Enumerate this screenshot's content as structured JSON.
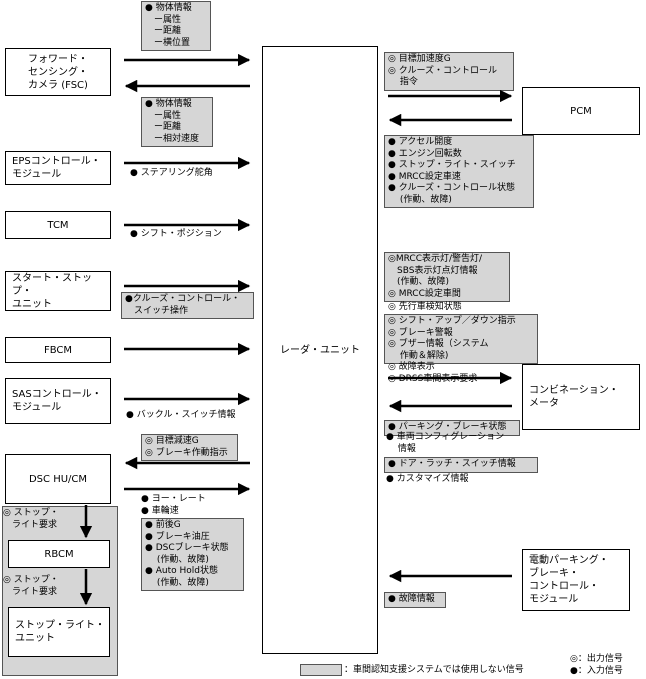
{
  "center": "レーダ・ユニット",
  "nodes": {
    "fsc": "フォワード・\nセンシング・\nカメラ (FSC)",
    "eps": "EPSコントロール・\nモジュール",
    "tcm": "TCM",
    "start_stop": "スタート・ストップ・\nユニット",
    "fbcm": "FBCM",
    "sas": "SASコントロール・\nモジュール",
    "dsc": "DSC HU/CM",
    "rbcm": "RBCM",
    "stop_light": "ストップ・ライト・\nユニット",
    "pcm": "PCM",
    "combination": "コンビネーション・\nメータ",
    "epb": "電動パーキング・\nブレーキ・\nコントロール・\nモジュール"
  },
  "signals": {
    "fsc_in": "● 物体情報\n　ー属性\n　ー距離\n　ー横位置",
    "fsc_out": "● 物体情報\n　ー属性\n　ー距離\n　ー相対速度",
    "eps": "● ステアリング舵角",
    "tcm": "● シフト・ポジション",
    "start_stop": "●クルーズ・コントロール・\n　スイッチ操作",
    "sas": "● バックル・スイッチ情報",
    "dsc_out": "◎ 目標減速G\n◎ ブレーキ作動指示",
    "dsc_in_a": "● ヨー・レート\n● 車輪速",
    "dsc_in_b": "● 前後G\n● ブレーキ油圧\n● DSCブレーキ状態\n　 (作動、故障)\n● Auto Hold状態\n　 (作動、故障)",
    "stop_req_1": "◎ ストップ・\n　ライト要求",
    "stop_req_2": "◎ ストップ・\n　ライト要求",
    "pcm_out": "◎ 目標加速度G\n◎ クルーズ・コントロール\n　 指令",
    "pcm_in": "● アクセル開度\n● エンジン回転数\n● ストップ・ライト・スイッチ\n● MRCC設定車速\n● クルーズ・コントロール状態\n　 (作動、故障)",
    "comb_out_a": "◎MRCC表示灯/警告灯/\n　SBS表示灯点灯情報\n　(作動、故障)\n◎ MRCC設定車間",
    "comb_out_b": "◎ 先行車検知状態",
    "comb_out_c": "◎ シフト・アップ／ダウン指示\n◎ ブレーキ警報\n◎ ブザー情報（システム\n　 作動＆解除)",
    "comb_out_d": "◎ 故障表示\n◎ DRSS車間表示要求",
    "comb_in_a": "● パーキング・ブレーキ状態",
    "comb_in_b": "● 車両コンフィグレーション\n　 情報",
    "comb_in_c": "● ドア・ラッチ・スイッチ情報",
    "comb_in_d": "● カスタマイズ情報",
    "epb": "● 故障情報"
  },
  "legend": {
    "gray": "：車間認知支援システムでは使用しない信号",
    "output": "◎：出力信号",
    "input": "●：入力信号"
  }
}
